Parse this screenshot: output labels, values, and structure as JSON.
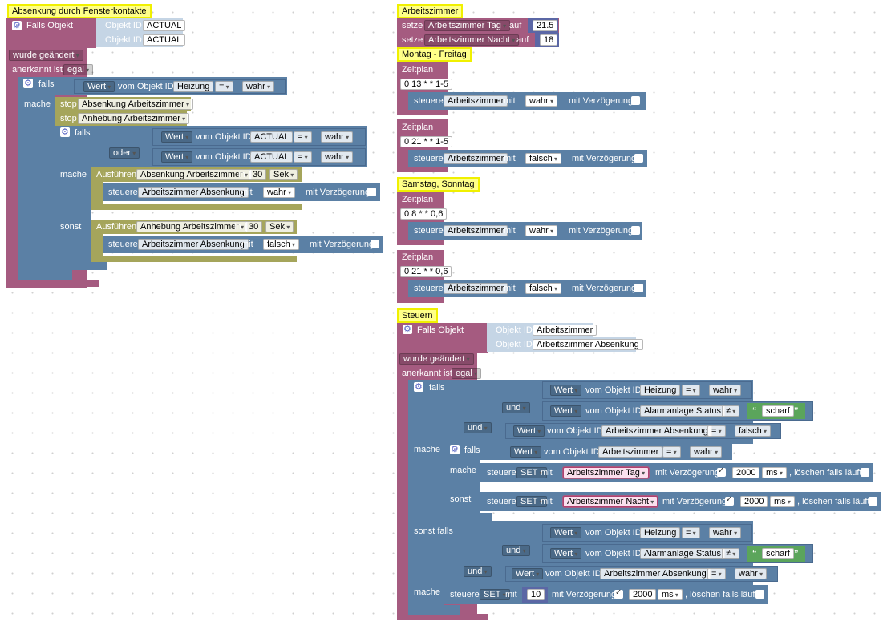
{
  "ui": {
    "falls_objekt": "Falls Objekt",
    "objekt_id": "Objekt ID",
    "wurde_geaendert": "wurde geändert",
    "anerkannt_ist": "anerkannt ist",
    "egal": "egal",
    "falls": "falls",
    "mache": "mache",
    "sonst": "sonst",
    "sonst_falls": "sonst falls",
    "wert": "Wert",
    "vom_objekt_id": "vom Objekt ID",
    "eq": "=",
    "neq": "≠",
    "wahr": "wahr",
    "falsch": "falsch",
    "stop": "stop",
    "oder": "oder",
    "und": "und",
    "ausfuehren": "Ausführen",
    "in": "in",
    "sek": "Sek",
    "steuere": "steuere",
    "mit": "mit",
    "mit_verzoegerung": "mit Verzögerung",
    "setze": "setze",
    "auf": "auf",
    "zeitplan": "Zeitplan",
    "set": "SET",
    "ms": "ms",
    "loeschen": ", löschen falls läuft",
    "qo": "“",
    "qc": "”"
  },
  "left": {
    "comment": "Absenkung durch Fensterkontakte",
    "obj1": "ACTUAL",
    "obj2": "ACTUAL",
    "falls_obj": "Heizung",
    "stop1": "Absenkung Arbeitszimmer",
    "stop2": "Anhebung Arbeitszimmer",
    "inner_obj1": "ACTUAL",
    "inner_obj2": "ACTUAL",
    "exec1": "Absenkung Arbeitszimmer",
    "exec1_n": "30",
    "steuere1": "Arbeitszimmer Absenkung",
    "exec2": "Anhebung Arbeitszimmer",
    "exec2_n": "30",
    "steuere2": "Arbeitszimmer Absenkung"
  },
  "right": {
    "comment_az": "Arbeitszimmer",
    "var1": "Arbeitszimmer Tag",
    "val1": "21.5",
    "var2": "Arbeitszimmer Nacht",
    "val2": "18",
    "comment_mf": "Montag - Freitag",
    "cron1": "0 13 * * 1-5",
    "cron2": "0 21 * * 1-5",
    "comment_ss": "Samstag, Sonntag",
    "cron3": "0 8 * * 0,6",
    "cron4": "0 21 * * 0,6",
    "ctrl": "Arbeitszimmer",
    "comment_st": "Steuern",
    "obj1": "Arbeitszimmer",
    "obj2": "Arbeitszimmer Absenkung",
    "heizung": "Heizung",
    "alarm": "Alarmanlage Status",
    "scharf": "scharf",
    "absenkung": "Arbeitszimmer Absenkung",
    "arbeitszimmer": "Arbeitszimmer",
    "var_tag": "Arbeitszimmer Tag",
    "var_nacht": "Arbeitszimmer Nacht",
    "ms_val": "2000",
    "num10": "10"
  }
}
